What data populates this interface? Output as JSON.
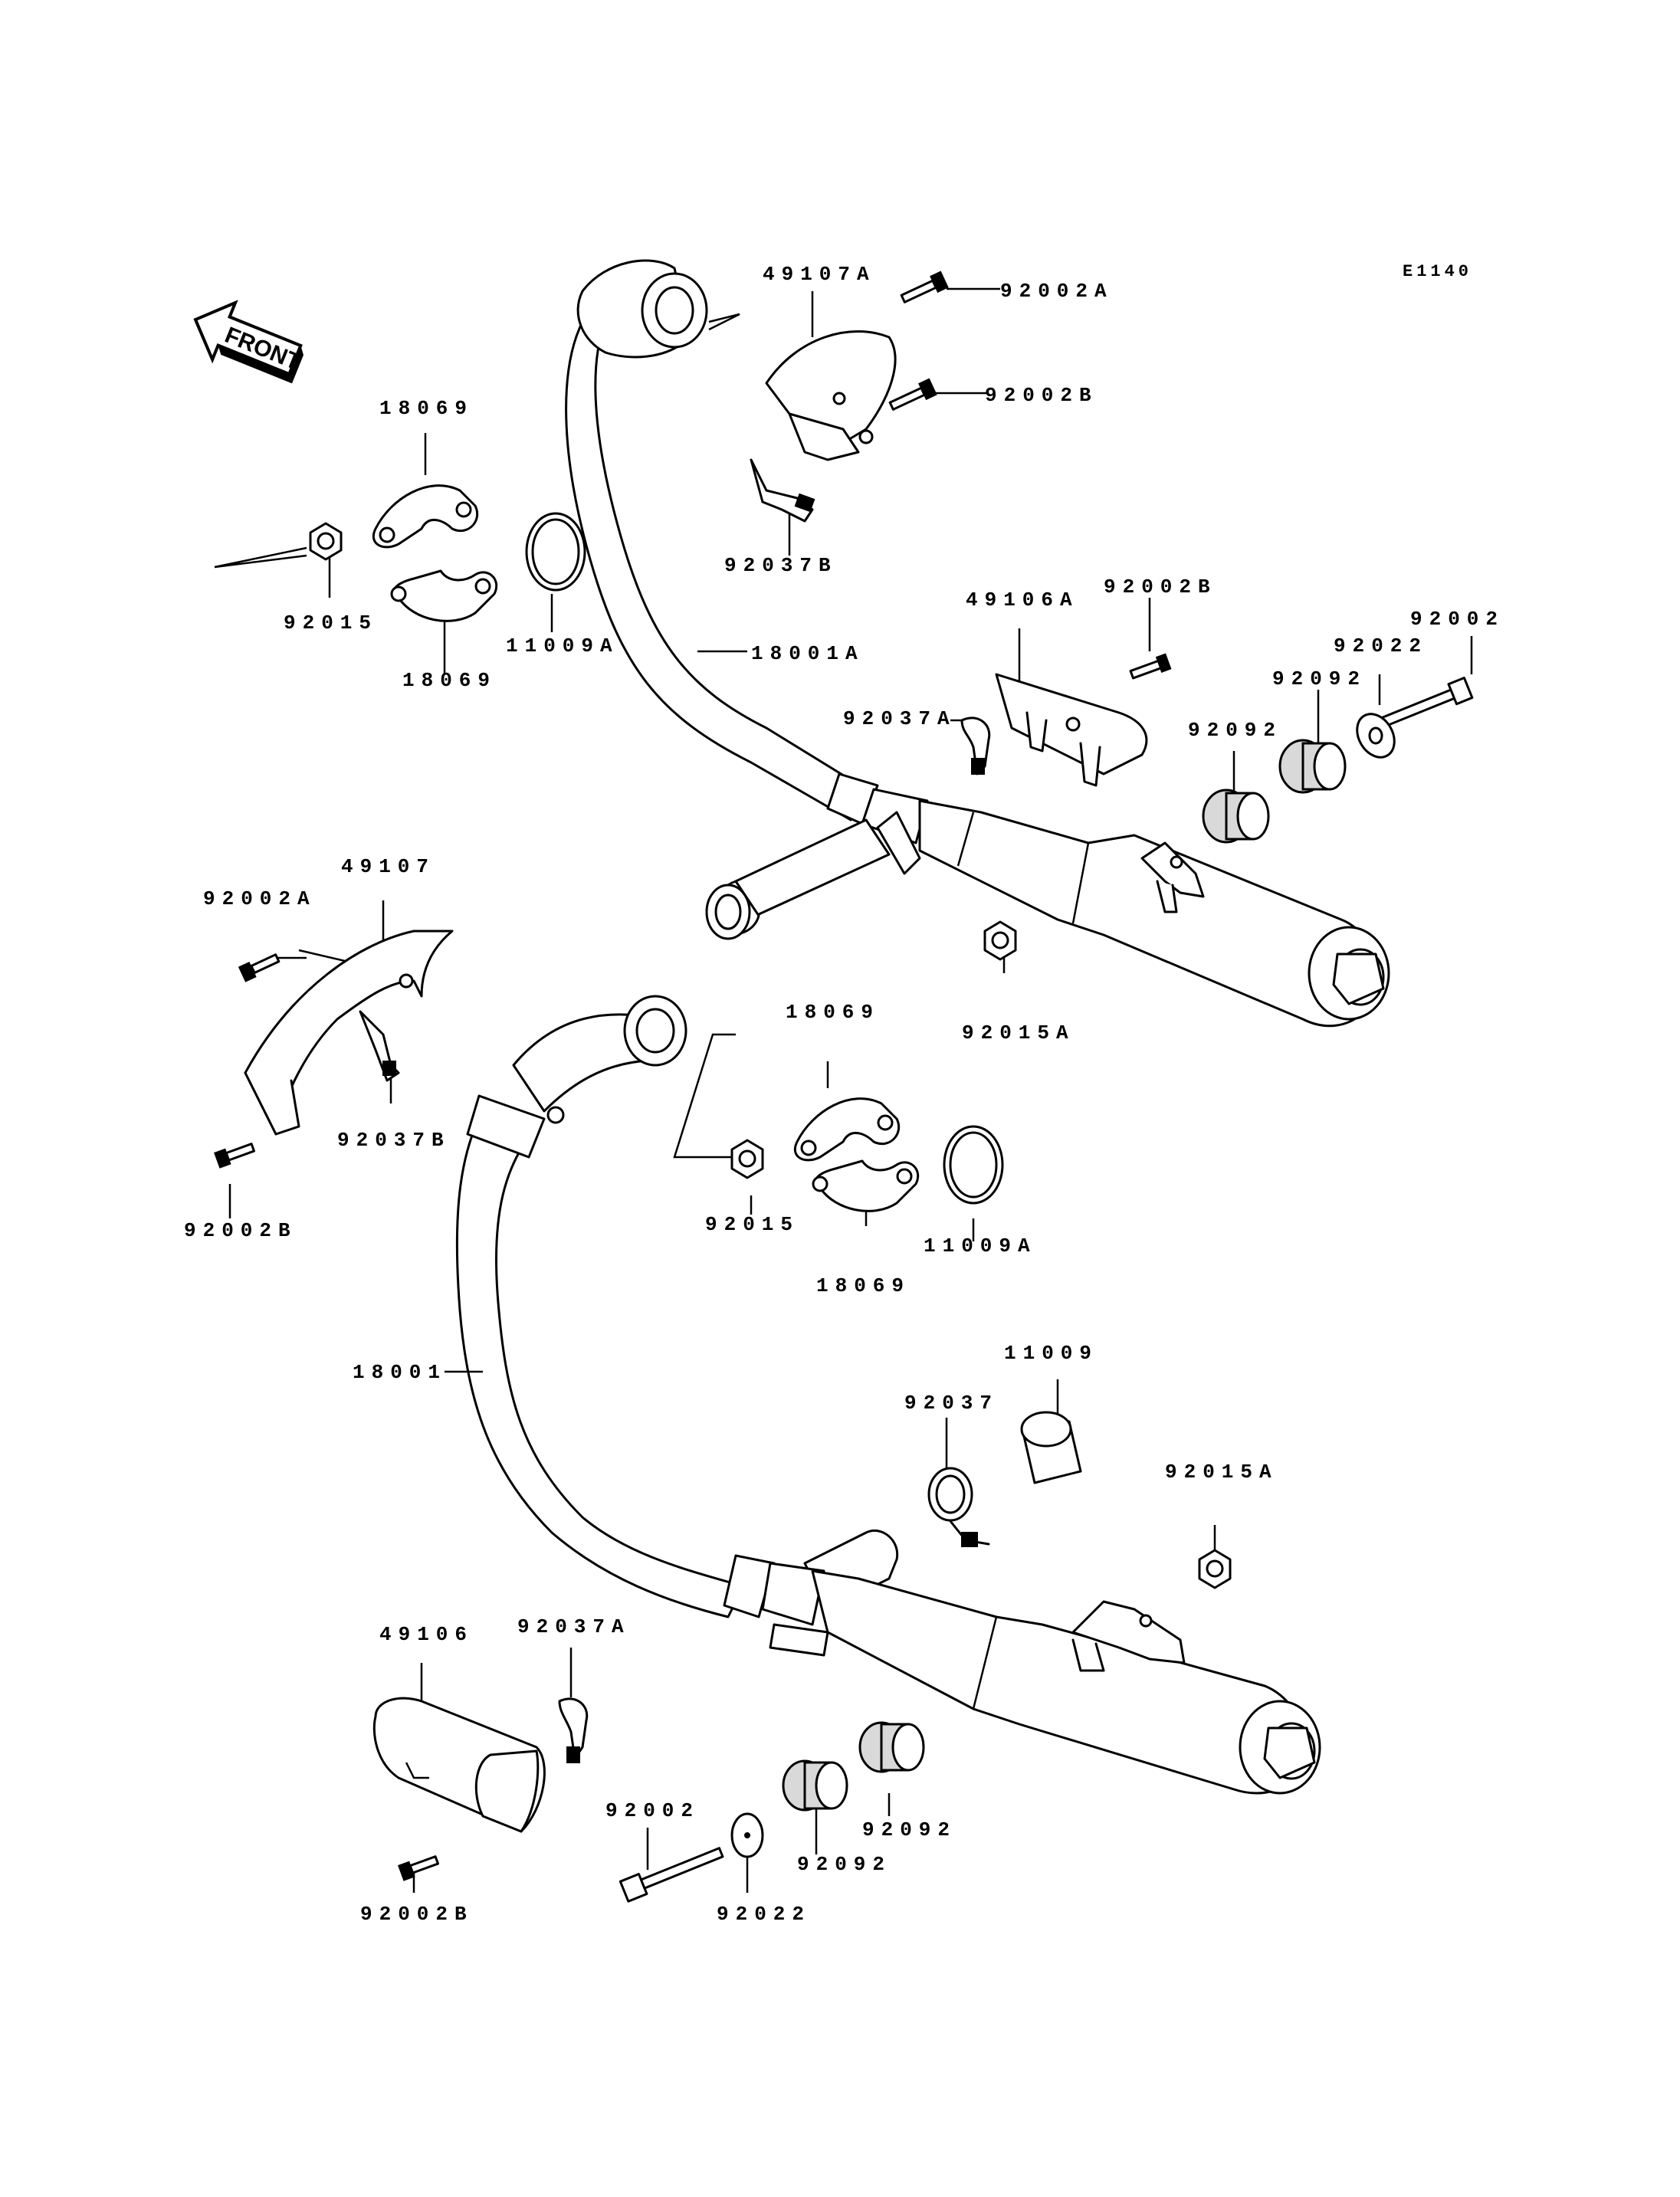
{
  "diagram_code": "E1140",
  "front_arrow": {
    "label": "FRONT",
    "icon": "front-arrow-icon"
  },
  "labels": {
    "p49107A": "49107A",
    "p92002A_top": "92002A",
    "p92002B_top": "92002B",
    "p18069_a": "18069",
    "p18069_b": "18069",
    "p92015_a": "92015",
    "p11009A_a": "11009A",
    "p92037B_a": "92037B",
    "p18001A": "18001A",
    "p49106A": "49106A",
    "p92002B_mid": "92002B",
    "p92002_a": "92002",
    "p92022_a": "92022",
    "p92092_a": "92092",
    "p92092_b": "92092",
    "p92037A_a": "92037A",
    "p92015A_a": "92015A",
    "p49107": "49107",
    "p92002A_left": "92002A",
    "p92037B_b": "92037B",
    "p92002B_left": "92002B",
    "p18069_c": "18069",
    "p18069_d": "18069",
    "p92015_b": "92015",
    "p11009A_b": "11009A",
    "p18001": "18001",
    "p11009": "11009",
    "p92037": "92037",
    "p92015A_b": "92015A",
    "p49106": "49106",
    "p92037A_b": "92037A",
    "p92002_b": "92002",
    "p92022_b": "92022",
    "p92092_c": "92092",
    "p92092_d": "92092",
    "p92002B_bottom": "92002B"
  }
}
